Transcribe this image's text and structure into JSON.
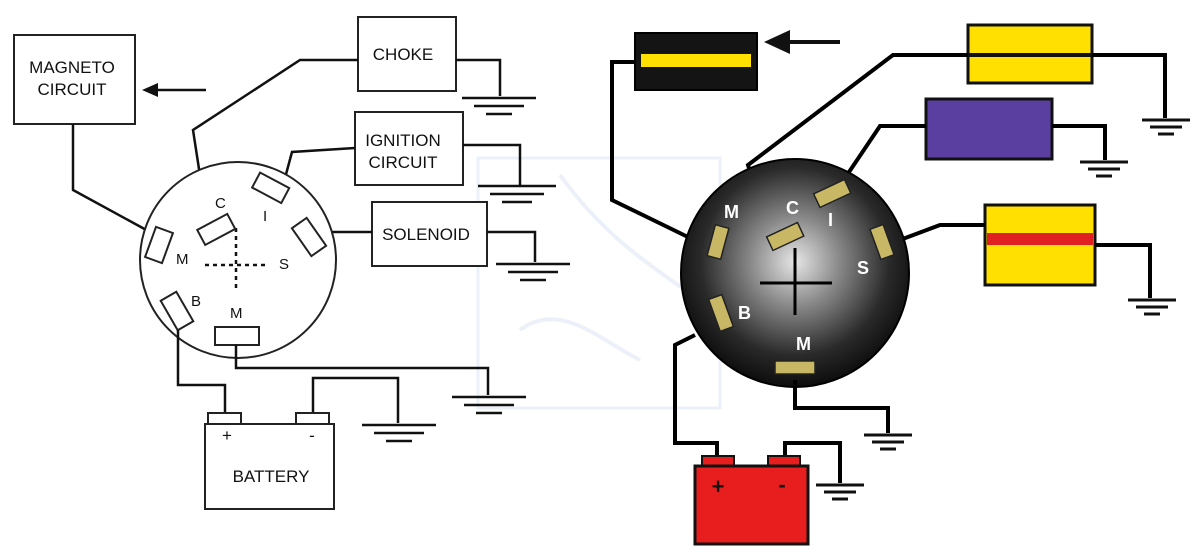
{
  "left_diagram": {
    "magneto_label_1": "MAGNETO",
    "magneto_label_2": "CIRCUIT",
    "choke_label": "CHOKE",
    "ignition_label_1": "IGNITION",
    "ignition_label_2": "CIRCUIT",
    "solenoid_label": "SOLENOID",
    "battery_label": "BATTERY",
    "battery_plus": "+",
    "battery_minus": "-",
    "terminals": {
      "c": "C",
      "i": "I",
      "m_left": "M",
      "s": "S",
      "b": "B",
      "m_bottom": "M"
    }
  },
  "right_diagram": {
    "terminals": {
      "m_left": "M",
      "c": "C",
      "i": "I",
      "s": "S",
      "b": "B",
      "m_bottom": "M"
    },
    "battery_plus": "+",
    "battery_minus": "-",
    "colors": {
      "yellow": "#FFE000",
      "purple": "#5B3FA0",
      "red_stripe": "#E02020",
      "battery_red": "#E81E1E",
      "terminal_tan": "#C8B865",
      "switch_dark": "#141414"
    }
  }
}
